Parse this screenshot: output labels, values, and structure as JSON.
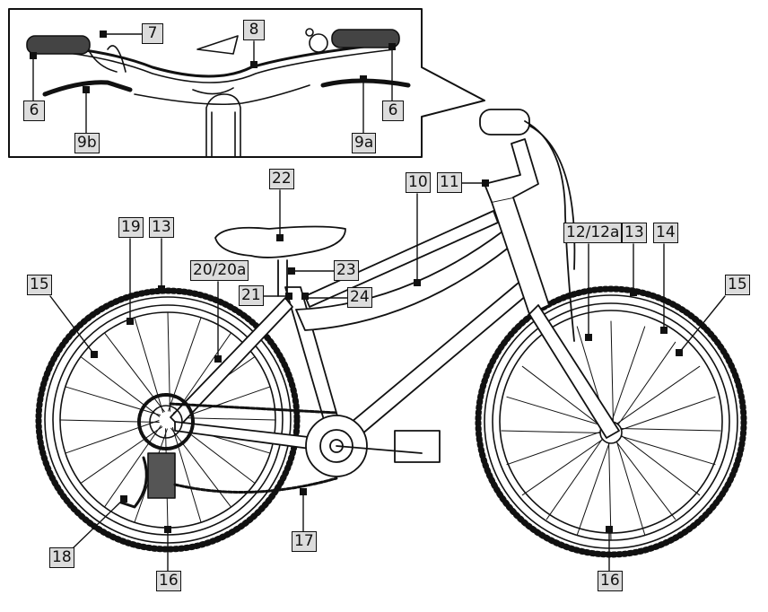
{
  "title": "Bicycle parts diagram",
  "colors": {
    "line": "#111111",
    "label_bg": "#dcdcdc"
  },
  "labels": {
    "l7": "7",
    "l8": "8",
    "l6a": "6",
    "l6b": "6",
    "l9b": "9b",
    "l9a": "9a",
    "l22": "22",
    "l10": "10",
    "l11": "11",
    "l19": "19",
    "l13a": "13",
    "l20": "20/20a",
    "l23": "23",
    "l21": "21",
    "l24": "24",
    "l15a": "15",
    "l12": "12/12a",
    "l13b": "13",
    "l14": "14",
    "l15b": "15",
    "l18": "18",
    "l16a": "16",
    "l17": "17",
    "l16b": "16"
  }
}
